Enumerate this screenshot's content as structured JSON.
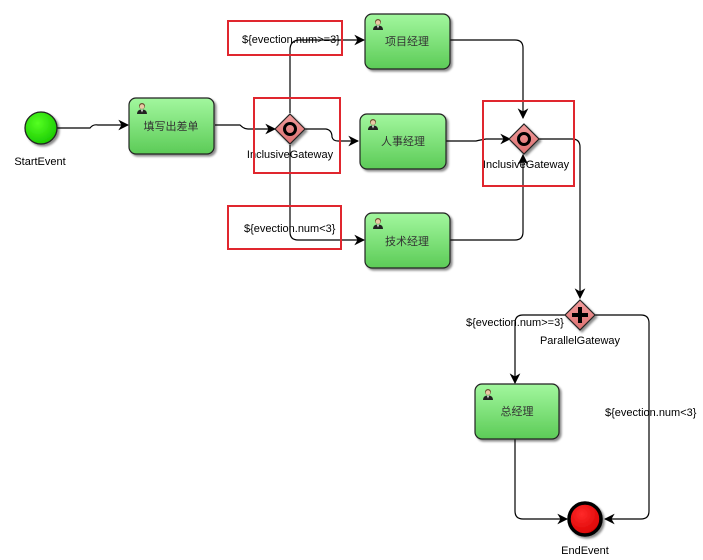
{
  "diagram": {
    "type": "bpmn",
    "colors": {
      "task_fill_top": "#9ef59a",
      "task_fill_bottom": "#5fce5a",
      "start_event": "#22dd00",
      "end_event": "#ee0000",
      "gateway": "#e88a8a",
      "highlight": "#e0262e"
    },
    "start_event": {
      "label": "StartEvent"
    },
    "end_event": {
      "label": "EndEvent"
    },
    "tasks": [
      {
        "id": "t1",
        "label": "填写出差单",
        "icon": "user-icon"
      },
      {
        "id": "t2",
        "label": "项目经理",
        "icon": "user-icon"
      },
      {
        "id": "t3",
        "label": "人事经理",
        "icon": "user-icon"
      },
      {
        "id": "t4",
        "label": "技术经理",
        "icon": "user-icon"
      },
      {
        "id": "t5",
        "label": "总经理",
        "icon": "user-icon"
      }
    ],
    "gateways": [
      {
        "id": "g1",
        "label": "InclusiveGateway",
        "kind": "inclusive"
      },
      {
        "id": "g2",
        "label": "InclusiveGateway",
        "kind": "inclusive"
      },
      {
        "id": "g3",
        "label": "ParallelGateway",
        "kind": "parallel"
      }
    ],
    "conditions": [
      {
        "id": "c1",
        "text": "${evection.num>=3}"
      },
      {
        "id": "c2",
        "text": "${evection.num<3}"
      },
      {
        "id": "c3",
        "text": "${evection.num>=3}"
      },
      {
        "id": "c4",
        "text": "${evection.num<3}"
      }
    ]
  }
}
